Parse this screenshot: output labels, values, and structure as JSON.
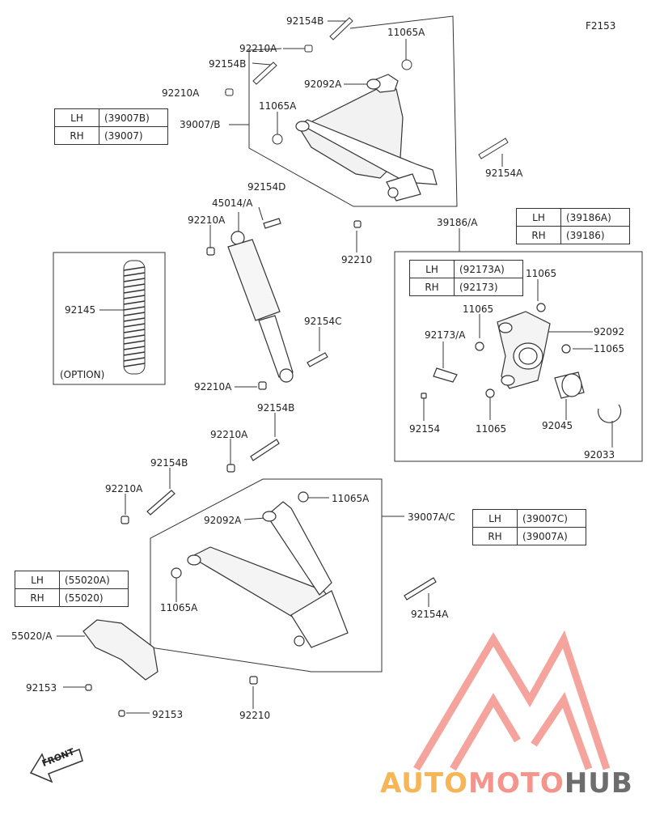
{
  "figure_code": "F2153",
  "labels": {
    "p92154B_1": "92154B",
    "p11065A_1": "11065A",
    "p92210A_1": "92210A",
    "p92154B_2": "92154B",
    "p92092A_1": "92092A",
    "p92210A_2": "92210A",
    "p11065A_2": "11065A",
    "p39007B": "39007/B",
    "p92154A_1": "92154A",
    "p92154D": "92154D",
    "p45014A": "45014/A",
    "p92210A_3": "92210A",
    "p92210_1": "92210",
    "p39186A": "39186/A",
    "p92145": "92145",
    "option": "(OPTION)",
    "p92154C": "92154C",
    "p11065_1": "11065",
    "p11065_2": "11065",
    "p92173A": "92173/A",
    "p92092": "92092",
    "p11065_3": "11065",
    "p92210A_4": "92210A",
    "p92154B_3": "92154B",
    "p92154": "92154",
    "p11065_4": "11065",
    "p92045": "92045",
    "p92210A_5": "92210A",
    "p92033": "92033",
    "p92154B_4": "92154B",
    "p92210A_6": "92210A",
    "p11065A_3": "11065A",
    "p92092A_2": "92092A",
    "p39007AC": "39007A/C",
    "p11065A_4": "11065A",
    "p92154A_2": "92154A",
    "p55020A": "55020/A",
    "p92153_1": "92153",
    "p92153_2": "92153",
    "p92210_2": "92210",
    "front": "FRONT"
  },
  "variant_tables": {
    "upper_arm": [
      {
        "side": "LH",
        "code": "(39007B)"
      },
      {
        "side": "RH",
        "code": "(39007)"
      }
    ],
    "knuckle": [
      {
        "side": "LH",
        "code": "(39186A)"
      },
      {
        "side": "RH",
        "code": "(39186)"
      }
    ],
    "bracket": [
      {
        "side": "LH",
        "code": "(92173A)"
      },
      {
        "side": "RH",
        "code": "(92173)"
      }
    ],
    "lower_arm": [
      {
        "side": "LH",
        "code": "(39007C)"
      },
      {
        "side": "RH",
        "code": "(39007A)"
      }
    ],
    "guard": [
      {
        "side": "LH",
        "code": "(55020A)"
      },
      {
        "side": "RH",
        "code": "(55020)"
      }
    ]
  },
  "watermark": {
    "part1": "AUTO",
    "part2": "MOTO",
    "part3": "HUB"
  },
  "colors": {
    "line": "#333333",
    "logo_red": "#f3958c",
    "logo_orange": "#f6b556",
    "logo_gray": "#6d6d6d"
  }
}
